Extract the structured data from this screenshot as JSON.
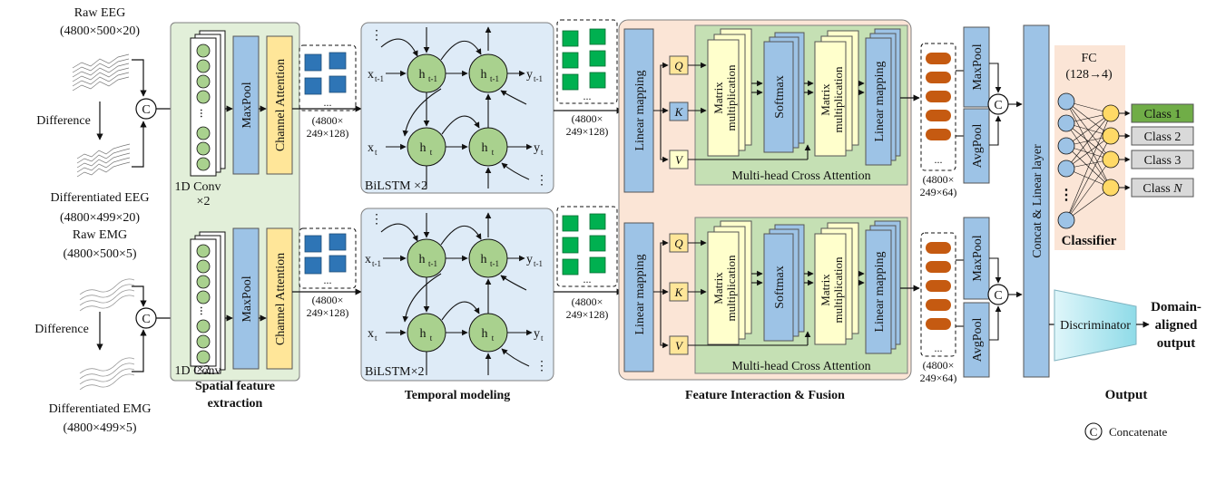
{
  "inputs": {
    "eeg_raw": {
      "title": "Raw EEG",
      "dims": "(4800×500×20)"
    },
    "eeg_diff": {
      "title": "Differentiated EEG",
      "dims": "(4800×499×20)"
    },
    "emg_raw": {
      "title": "Raw EMG",
      "dims": "(4800×500×5)"
    },
    "emg_diff": {
      "title": "Differentiated EMG",
      "dims": "(4800×499×5)"
    },
    "difference": "Difference",
    "concat_symbol": "C"
  },
  "spatial": {
    "conv": "1D Conv",
    "conv_mult": "×2",
    "maxpool": "MaxPool",
    "channel_attention": "Channel Attention",
    "caption_line1": "Spatial feature",
    "caption_line2": "extraction",
    "output_dims_line1": "(4800×",
    "output_dims_line2": "249×128)",
    "ellipsis": "..."
  },
  "temporal": {
    "x_prev": "x",
    "x_prev_sub": "t-1",
    "x_cur": "x",
    "x_cur_sub": "t",
    "h_prev": "h",
    "h_prev_sub": "t-1",
    "h_cur": "h",
    "h_cur_sub": "t",
    "y_prev": "y",
    "y_prev_sub": "t-1",
    "y_cur": "y",
    "y_cur_sub": "t",
    "vdots": "⋮",
    "bilstm_top": "BiLSTM ×2",
    "bilstm_bottom": "BiLSTM×2",
    "caption": "Temporal modeling",
    "output_dims_line1": "(4800×",
    "output_dims_line2": "249×128)"
  },
  "fusion": {
    "linear_mapping": "Linear mapping",
    "q": "Q",
    "k": "K",
    "v": "V",
    "matmul_line1": "Matrix",
    "matmul_line2": "multiplication",
    "softmax": "Softmax",
    "linear_mapping_out": "Linear mapping",
    "mhca": "Multi-head Cross Attention",
    "caption": "Feature Interaction & Fusion",
    "output_dims_line1": "(4800×",
    "output_dims_line2": "249×64)"
  },
  "output": {
    "maxpool": "MaxPool",
    "avgpool": "AvgPool",
    "concat_linear": "Concat & Linear layer",
    "fc_title": "FC",
    "fc_dims": "(128→4)",
    "classes": [
      "Class 1",
      "Class 2",
      "Class 3",
      "Class "
    ],
    "class_n": "N",
    "classifier": "Classifier",
    "discriminator": "Discriminator",
    "domain_line1": "Domain-",
    "domain_line2": "aligned",
    "domain_line3": "output",
    "caption": "Output",
    "legend": "Concatenate"
  },
  "colors": {
    "spatial_bg": "#e2efd9",
    "temporal_bg": "#deebf7",
    "fusion_bg": "#fbe5d6",
    "attention_bg": "#c5e0b4",
    "block_blue": "#9dc3e6",
    "block_yellow": "#ffe699",
    "block_lightyellow": "#ffffcc",
    "node_green": "#a9d18e",
    "node_yellow": "#ffd966",
    "cube_blue": "#2e75b6",
    "cube_green": "#00b050",
    "pill_orange": "#c55a11",
    "class1_green": "#70ad47",
    "class_gray": "#d9d9d9"
  }
}
